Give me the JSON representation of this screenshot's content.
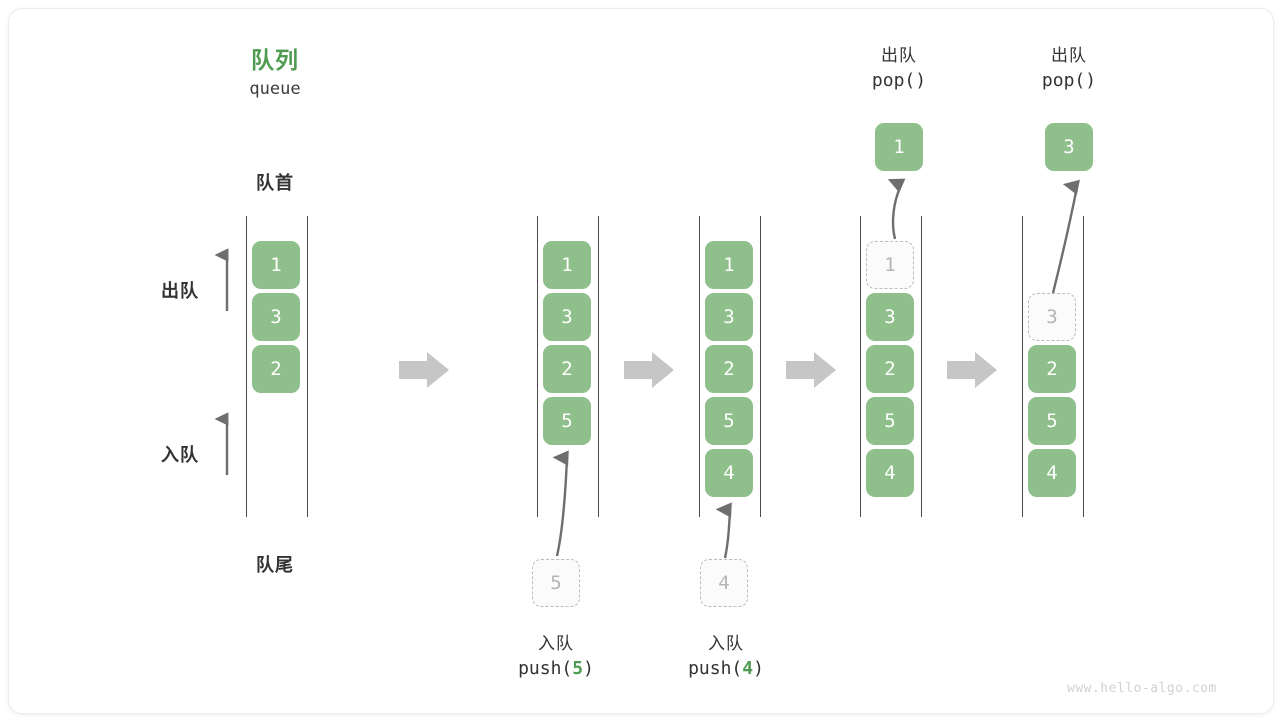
{
  "diagram": {
    "title_cn": "队列",
    "title_en": "queue",
    "front_label": "队首",
    "rear_label": "队尾",
    "dequeue_label": "出队",
    "enqueue_label": "入队",
    "watermark": "www.hello-algo.com",
    "colors": {
      "element": "#8fbf8a",
      "accent": "#4f9b52",
      "rail": "#4b4b4b",
      "ghost_border": "#bcbcbc",
      "step_arrow": "#c6c6c6",
      "thin_arrow": "#6e6e6e"
    }
  },
  "columns": [
    {
      "id": "state-initial",
      "items": [
        {
          "value": "1",
          "state": "filled"
        },
        {
          "value": "3",
          "state": "filled"
        },
        {
          "value": "2",
          "state": "filled"
        }
      ]
    },
    {
      "id": "state-after-push-5",
      "items": [
        {
          "value": "1",
          "state": "filled"
        },
        {
          "value": "3",
          "state": "filled"
        },
        {
          "value": "2",
          "state": "filled"
        },
        {
          "value": "5",
          "state": "filled"
        }
      ]
    },
    {
      "id": "state-after-push-4",
      "items": [
        {
          "value": "1",
          "state": "filled"
        },
        {
          "value": "3",
          "state": "filled"
        },
        {
          "value": "2",
          "state": "filled"
        },
        {
          "value": "5",
          "state": "filled"
        },
        {
          "value": "4",
          "state": "filled"
        }
      ]
    },
    {
      "id": "state-popping-1",
      "items": [
        {
          "value": "1",
          "state": "ghost"
        },
        {
          "value": "3",
          "state": "filled"
        },
        {
          "value": "2",
          "state": "filled"
        },
        {
          "value": "5",
          "state": "filled"
        },
        {
          "value": "4",
          "state": "filled"
        }
      ]
    },
    {
      "id": "state-popping-3",
      "items": [
        {
          "value": "",
          "state": "empty"
        },
        {
          "value": "3",
          "state": "ghost"
        },
        {
          "value": "2",
          "state": "filled"
        },
        {
          "value": "5",
          "state": "filled"
        },
        {
          "value": "4",
          "state": "filled"
        }
      ]
    }
  ],
  "operations": {
    "push_5": {
      "cn": "入队",
      "code_prefix": "push(",
      "code_value": "5",
      "code_suffix": ")",
      "ghost_value": "5"
    },
    "push_4": {
      "cn": "入队",
      "code_prefix": "push(",
      "code_value": "4",
      "code_suffix": ")",
      "ghost_value": "4"
    },
    "pop_1": {
      "cn": "出队",
      "code": "pop()",
      "popped_value": "1"
    },
    "pop_3": {
      "cn": "出队",
      "code": "pop()",
      "popped_value": "3"
    }
  }
}
